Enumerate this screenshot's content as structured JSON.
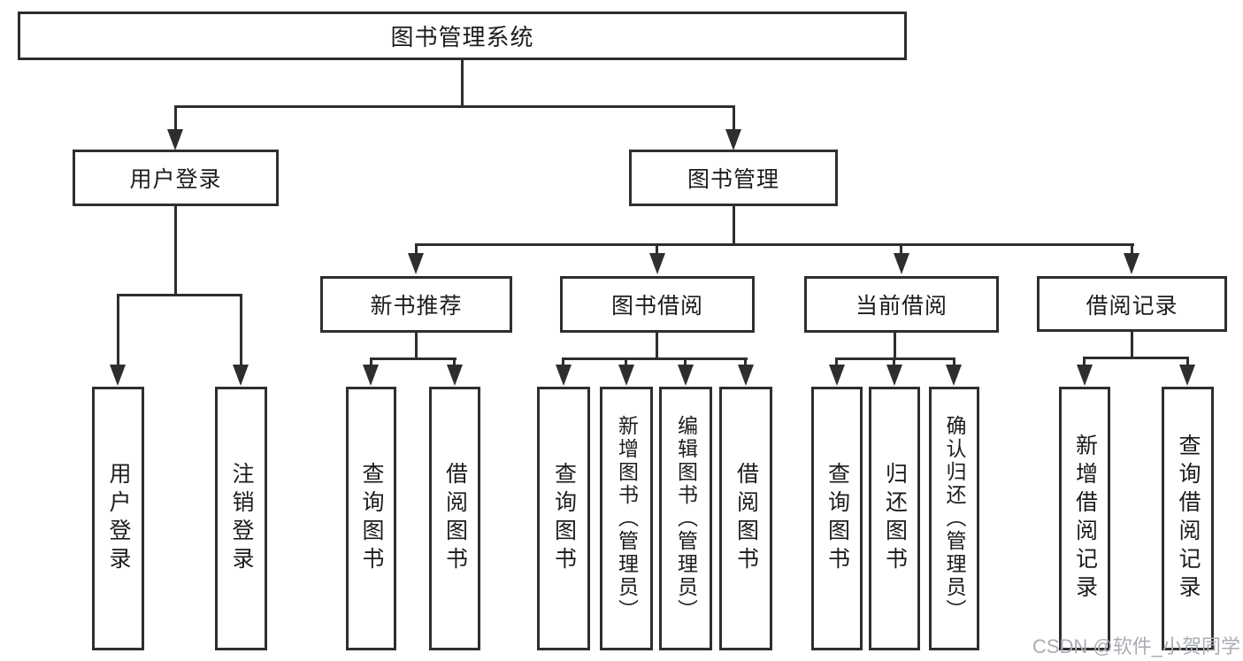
{
  "diagram_type": "hierarchy-flowchart",
  "tree": {
    "root": {
      "label": "图书管理系统",
      "children": [
        {
          "label": "用户登录",
          "children": [
            {
              "label": "用户登录"
            },
            {
              "label": "注销登录"
            }
          ]
        },
        {
          "label": "图书管理",
          "children": [
            {
              "label": "新书推荐",
              "children": [
                {
                  "label": "查询图书"
                },
                {
                  "label": "借阅图书"
                }
              ]
            },
            {
              "label": "图书借阅",
              "children": [
                {
                  "label": "查询图书"
                },
                {
                  "label": "新增图书（管理员）"
                },
                {
                  "label": "编辑图书（管理员）"
                },
                {
                  "label": "借阅图书"
                }
              ]
            },
            {
              "label": "当前借阅",
              "children": [
                {
                  "label": "查询图书"
                },
                {
                  "label": "归还图书"
                },
                {
                  "label": "确认归还（管理员）"
                }
              ]
            },
            {
              "label": "借阅记录",
              "children": [
                {
                  "label": "新增借阅记录"
                },
                {
                  "label": "查询借阅记录"
                }
              ]
            }
          ]
        }
      ]
    }
  },
  "watermark": {
    "text": "CSDN @软件_小贺同学"
  },
  "colors": {
    "line": "#2e2e30",
    "text": "#1c1c1e",
    "watermark": "#a9adb3",
    "background": "#ffffff"
  }
}
